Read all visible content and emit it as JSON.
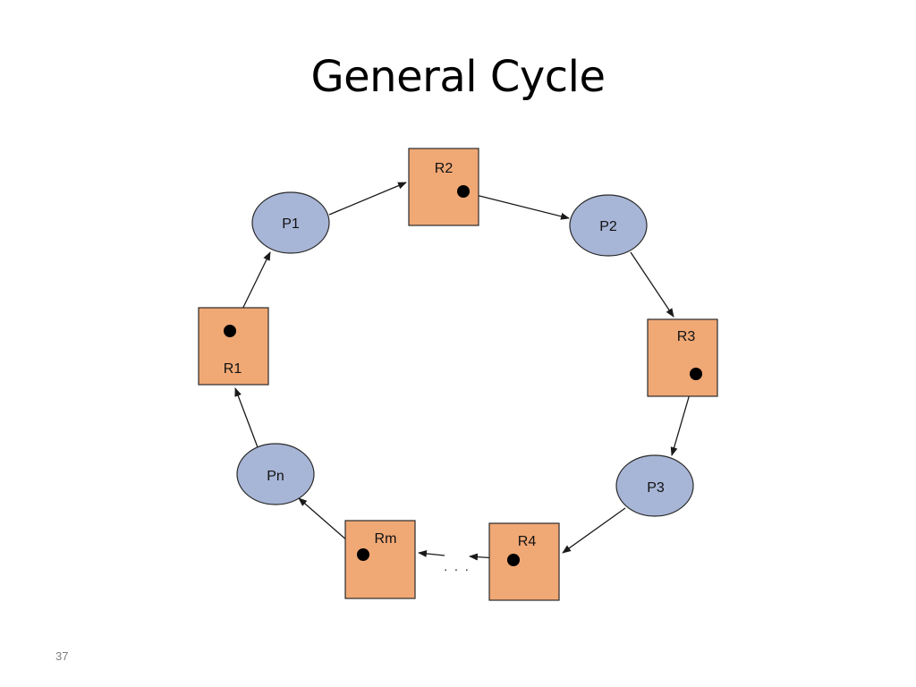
{
  "slide": {
    "title": "General Cycle",
    "page_number": "37"
  },
  "diagram": {
    "colors": {
      "process_fill": "#a7b5d6",
      "resource_fill": "#f0a875",
      "stroke": "#2b2b2b",
      "dot": "#000000"
    },
    "ellipsis": ". . .",
    "processes": [
      {
        "id": "p1",
        "label": "P1"
      },
      {
        "id": "p2",
        "label": "P2"
      },
      {
        "id": "p3",
        "label": "P3"
      },
      {
        "id": "pn",
        "label": "Pn"
      }
    ],
    "resources": [
      {
        "id": "r1",
        "label": "R1"
      },
      {
        "id": "r2",
        "label": "R2"
      },
      {
        "id": "r3",
        "label": "R3"
      },
      {
        "id": "r4",
        "label": "R4"
      },
      {
        "id": "rm",
        "label": "Rm"
      }
    ],
    "edges": [
      {
        "from": "r1",
        "to": "p1"
      },
      {
        "from": "p1",
        "to": "r2"
      },
      {
        "from": "r2",
        "to": "p2"
      },
      {
        "from": "p2",
        "to": "r3"
      },
      {
        "from": "r3",
        "to": "p3"
      },
      {
        "from": "p3",
        "to": "r4"
      },
      {
        "from": "r4",
        "to": "ellipsis"
      },
      {
        "from": "ellipsis",
        "to": "rm"
      },
      {
        "from": "rm",
        "to": "pn"
      },
      {
        "from": "pn",
        "to": "r1"
      }
    ]
  }
}
